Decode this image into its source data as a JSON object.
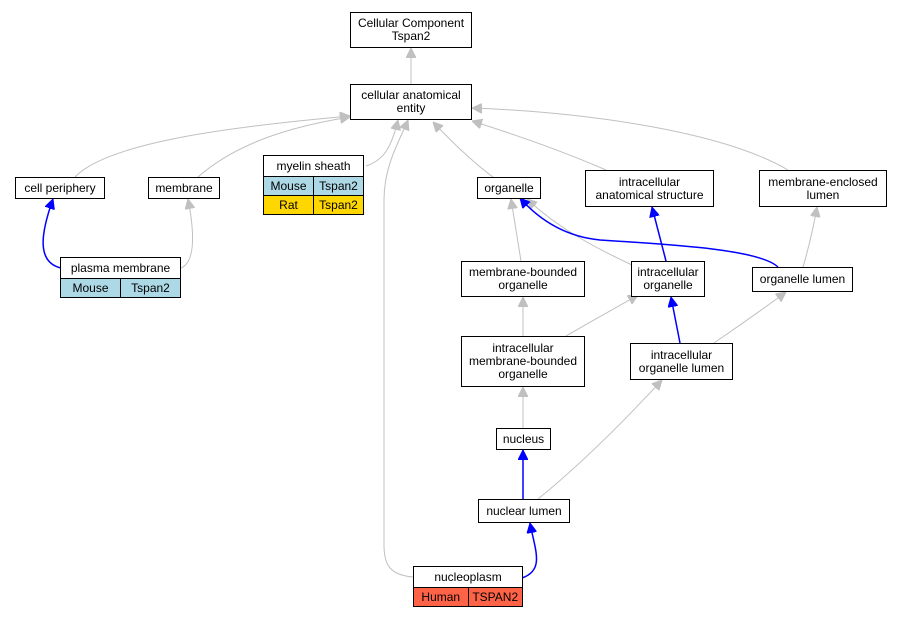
{
  "nodes": {
    "cc_tspan2": {
      "lines": [
        "Cellular Component",
        "Tspan2"
      ]
    },
    "cae": {
      "lines": [
        "cellular anatomical",
        "entity"
      ]
    },
    "cell_periphery": {
      "lines": [
        "cell periphery"
      ]
    },
    "membrane": {
      "lines": [
        "membrane"
      ]
    },
    "myelin_sheath": {
      "label": "myelin sheath",
      "rows": [
        {
          "species": "Mouse",
          "gene": "Tspan2",
          "color": "#add8e6"
        },
        {
          "species": "Rat",
          "gene": "Tspan2",
          "color": "#ffd700"
        }
      ]
    },
    "organelle": {
      "lines": [
        "organelle"
      ]
    },
    "ias": {
      "lines": [
        "intracellular",
        "anatomical structure"
      ]
    },
    "mel": {
      "lines": [
        "membrane-enclosed",
        "lumen"
      ]
    },
    "plasma_membrane": {
      "label": "plasma membrane",
      "rows": [
        {
          "species": "Mouse",
          "gene": "Tspan2",
          "color": "#add8e6"
        }
      ]
    },
    "mbo": {
      "lines": [
        "membrane-bounded",
        "organelle"
      ]
    },
    "io": {
      "lines": [
        "intracellular",
        "organelle"
      ]
    },
    "organelle_lumen": {
      "lines": [
        "organelle lumen"
      ]
    },
    "imbo": {
      "lines": [
        "intracellular",
        "membrane-bounded",
        "organelle"
      ]
    },
    "iol": {
      "lines": [
        "intracellular",
        "organelle lumen"
      ]
    },
    "nucleus": {
      "lines": [
        "nucleus"
      ]
    },
    "nuclear_lumen": {
      "lines": [
        "nuclear lumen"
      ]
    },
    "nucleoplasm": {
      "label": "nucleoplasm",
      "rows": [
        {
          "species": "Human",
          "gene": "TSPAN2",
          "color": "#ff6347"
        }
      ]
    }
  },
  "edges": [
    {
      "from": "cae",
      "to": "cc_tspan2",
      "color": "#c0c0c0"
    },
    {
      "from": "cell_periphery",
      "to": "cae",
      "color": "#c0c0c0"
    },
    {
      "from": "membrane",
      "to": "cae",
      "color": "#c0c0c0"
    },
    {
      "from": "myelin_sheath",
      "to": "cae",
      "color": "#c0c0c0"
    },
    {
      "from": "nucleoplasm",
      "to": "cae",
      "color": "#c0c0c0"
    },
    {
      "from": "organelle",
      "to": "cae",
      "color": "#c0c0c0"
    },
    {
      "from": "ias",
      "to": "cae",
      "color": "#c0c0c0"
    },
    {
      "from": "mel",
      "to": "cae",
      "color": "#c0c0c0"
    },
    {
      "from": "plasma_membrane",
      "to": "cell_periphery",
      "color": "#0000ff"
    },
    {
      "from": "plasma_membrane",
      "to": "membrane",
      "color": "#c0c0c0"
    },
    {
      "from": "mbo",
      "to": "organelle",
      "color": "#c0c0c0"
    },
    {
      "from": "io",
      "to": "organelle",
      "color": "#c0c0c0"
    },
    {
      "from": "organelle_lumen",
      "to": "organelle",
      "color": "#0000ff"
    },
    {
      "from": "io",
      "to": "ias",
      "color": "#0000ff"
    },
    {
      "from": "organelle_lumen",
      "to": "mel",
      "color": "#c0c0c0"
    },
    {
      "from": "imbo",
      "to": "mbo",
      "color": "#c0c0c0"
    },
    {
      "from": "imbo",
      "to": "io",
      "color": "#c0c0c0"
    },
    {
      "from": "iol",
      "to": "io",
      "color": "#0000ff"
    },
    {
      "from": "iol",
      "to": "organelle_lumen",
      "color": "#c0c0c0"
    },
    {
      "from": "nucleus",
      "to": "imbo",
      "color": "#c0c0c0"
    },
    {
      "from": "nuclear_lumen",
      "to": "nucleus",
      "color": "#0000ff"
    },
    {
      "from": "nuclear_lumen",
      "to": "iol",
      "color": "#c0c0c0"
    },
    {
      "from": "nucleoplasm",
      "to": "nuclear_lumen",
      "color": "#0000ff"
    }
  ]
}
